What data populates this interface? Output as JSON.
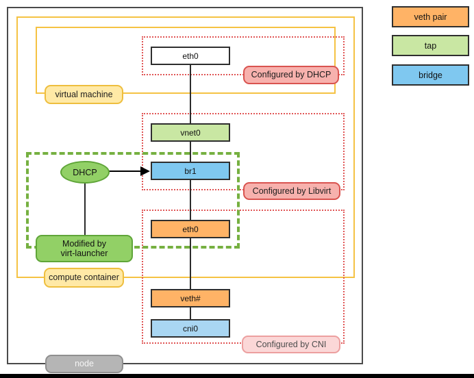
{
  "diagram": {
    "containers": {
      "node": {
        "label": "node"
      },
      "virtual_machine": {
        "label": "virtual machine"
      },
      "compute_container": {
        "label": "compute container"
      }
    },
    "interfaces": {
      "vm_eth0": {
        "label": "eth0",
        "type": "plain"
      },
      "vnet0": {
        "label": "vnet0",
        "type": "tap"
      },
      "br1": {
        "label": "br1",
        "type": "bridge"
      },
      "pod_eth0": {
        "label": "eth0",
        "type": "veth pair"
      },
      "veth": {
        "label": "veth#",
        "type": "veth pair"
      },
      "cni0": {
        "label": "cni0",
        "type": "bridge"
      }
    },
    "annotations": {
      "configured_by_dhcp": {
        "label": "Configured by DHCP"
      },
      "configured_by_libvirt": {
        "label": "Configured by Libvirt"
      },
      "configured_by_cni": {
        "label": "Configured by CNI"
      },
      "dhcp_process": {
        "label": "DHCP"
      },
      "virt_launcher": {
        "label": "Modified by\nvirt-launcher"
      }
    },
    "edges": [
      {
        "from": "vm_eth0",
        "to": "vnet0"
      },
      {
        "from": "vnet0",
        "to": "br1"
      },
      {
        "from": "br1",
        "to": "pod_eth0"
      },
      {
        "from": "pod_eth0",
        "to": "veth"
      },
      {
        "from": "veth",
        "to": "cni0"
      },
      {
        "from": "dhcp_process",
        "to": "br1",
        "arrow": true
      },
      {
        "from": "dhcp_process",
        "to": "virt_launcher"
      }
    ],
    "colors": {
      "veth_pair_fill": "#ffb366",
      "tap_fill": "#c9e7a3",
      "bridge_fill": "#7fc8f0",
      "cni0_fill": "#a9d6f2",
      "plain_fill": "#ffffff",
      "pink_fill": "#f7b1ad",
      "pink_border": "#d9534f",
      "pink_light_fill": "#fbd7d7",
      "yellow_label_fill": "#ffe9a6",
      "yellow_border": "#f5c243",
      "green_fill": "#92d066",
      "green_border": "#5fa538",
      "green_dash": "#76b041",
      "red_dotted": "#e05555",
      "gray_fill": "#b5b5b5",
      "node_border": "#4a4a4a"
    }
  },
  "legend": {
    "items": [
      {
        "label": "veth pair",
        "color": "#ffb366"
      },
      {
        "label": "tap",
        "color": "#c9e7a3"
      },
      {
        "label": "bridge",
        "color": "#7fc8f0"
      }
    ]
  }
}
